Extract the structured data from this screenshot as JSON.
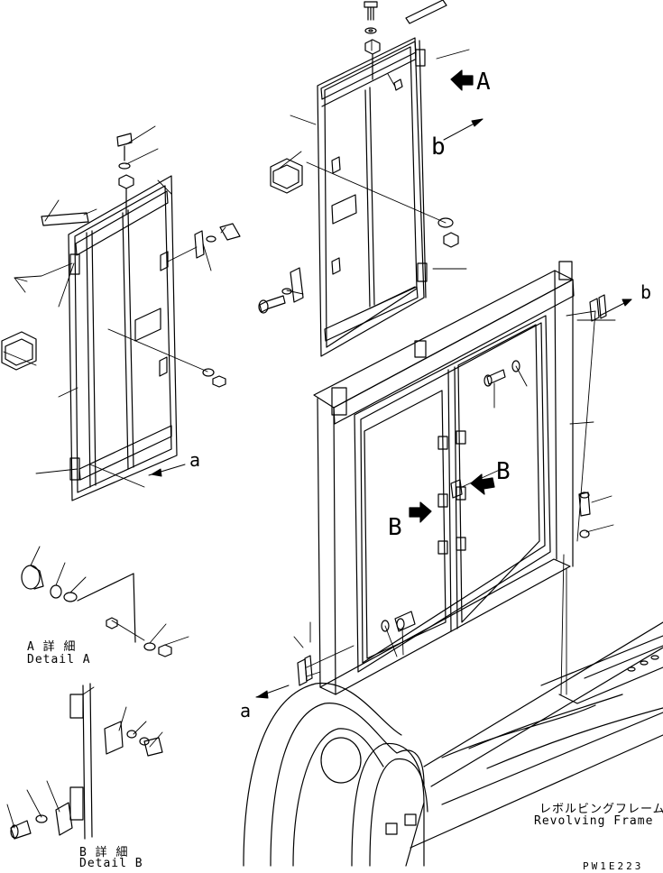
{
  "labels": {
    "ref_A": "A",
    "ref_b_top": "b",
    "ref_b_right": "b",
    "ref_a_left": "a",
    "ref_a_bottom": "a",
    "ref_B_right": "B",
    "ref_B_left": "B",
    "detail_a_jp": "A 詳 細",
    "detail_a_en": "Detail A",
    "detail_b_jp": "B 詳 細",
    "detail_b_en": "Detail B",
    "frame_jp": "レボルビングフレーム",
    "frame_en": "Revolving Frame",
    "drawing_code": "PW1E223"
  }
}
